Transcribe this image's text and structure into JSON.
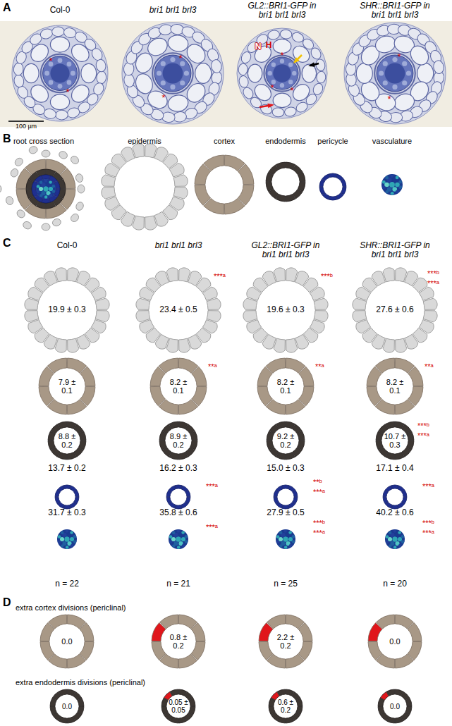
{
  "diagram": {
    "nodes": [
      {
        "text": [
          "19.9 ± 0.3"
        ]
      },
      {
        "text": [
          "23.4 ± 0.5"
        ]
      },
      {
        "text": [
          "19.6 ± 0.3"
        ]
      },
      {
        "text": [
          "27.6 ± 0.6"
        ]
      },
      {
        "text": [
          "7.9 ± 0.1"
        ]
      },
      {
        "text": [
          "8.2 ± 0.1"
        ]
      },
      {
        "text": [
          "8.2 ± 0.1"
        ]
      },
      {
        "text": [
          "8.2 ± 0.1"
        ]
      },
      {
        "text": [
          "8.8 ± 0.2"
        ]
      },
      {
        "text": [
          "8.9 ± 0.2"
        ]
      },
      {
        "text": [
          "9.2 ± 0.2"
        ]
      },
      {
        "text": [
          "10.7 ± 0.3"
        ]
      },
      {
        "text": [
          "13.7 ± 0.2"
        ]
      },
      {
        "text": [
          "16.2 ± 0.3"
        ]
      },
      {
        "text": [
          "15.0 ± 0.3"
        ]
      },
      {
        "text": [
          "17.1 ± 0.4"
        ]
      },
      {
        "text": [
          "31.7 ± 0.3"
        ]
      },
      {
        "text": [
          "35.8 ± 0.6"
        ]
      },
      {
        "text": [
          "27.9 ± 0.5"
        ]
      },
      {
        "text": [
          "40.2 ± 0.6"
        ]
      },
      {
        "text": [
          "0.0"
        ]
      },
      {
        "text": [
          "0.8 ± 0.2"
        ]
      },
      {
        "text": [
          "2.2 ± 0.2"
        ]
      },
      {
        "text": [
          "0.0"
        ]
      },
      {
        "text": [
          "0.0"
        ]
      },
      {
        "text": [
          "0.05 ± 0.05"
        ]
      },
      {
        "text": [
          "0.6 ± 0.2"
        ]
      },
      {
        "text": [
          "0.0"
        ]
      }
    ],
    "labels": [
      "A",
      "Col-0",
      "bri1 brl1 brl3",
      "GL2::BRI1-GFP in bri1 brl1 brl3",
      "SHR::BRI1-GFP in bri1 brl1 brl3",
      "N",
      "H",
      "100 µm",
      "*",
      "*",
      "*",
      "*",
      "*",
      "*",
      "*",
      "*",
      "*",
      "B",
      "root cross section",
      "epidermis",
      "cortex",
      "endodermis",
      "pericycle",
      "vasculature",
      "C",
      "Col-0",
      "bri1 brl1 brl3",
      "GL2::BRI1-GFP in bri1 brl1 brl3",
      "SHR::BRI1-GFP in bri1 brl1 brl3",
      "***ᵃ",
      "***ᵇ",
      "***ᵇ",
      "***ᵃ",
      "**ᵃ",
      "**ᵃ",
      "**ᵃ",
      "***ᵇ",
      "***ᵃ",
      "***ᵃ",
      "**ᵇ",
      "***ᵃ",
      "***ᵃ",
      "***ᵃ",
      "***ᵇ",
      "***ᵃ",
      "***ᵇ",
      "***ᵃ",
      "n = 22",
      "n = 21",
      "n = 25",
      "n = 20",
      "D",
      "extra cortex divisions (periclinal)",
      "extra endodermis divisions (periclinal)"
    ]
  }
}
